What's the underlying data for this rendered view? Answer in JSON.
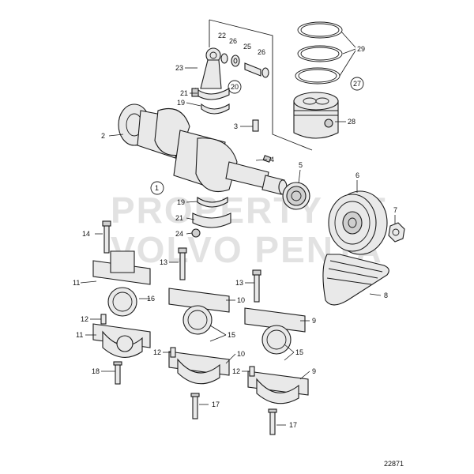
{
  "watermark": {
    "line1": "PROPERTY OF",
    "line2": "VOLVO PENTA"
  },
  "drawing_ref": "22871",
  "callouts": {
    "c1": "1",
    "c2": "2",
    "c3": "3",
    "c4": "4",
    "c5": "5",
    "c6": "6",
    "c7": "7",
    "c8": "8",
    "c9a": "9",
    "c9b": "9",
    "c10a": "10",
    "c10b": "10",
    "c11a": "11",
    "c11b": "11",
    "c12a": "12",
    "c12b": "12",
    "c12c": "12",
    "c13a": "13",
    "c13b": "13",
    "c14": "14",
    "c15a": "15",
    "c15b": "15",
    "c16": "16",
    "c17a": "17",
    "c17b": "17",
    "c18": "18",
    "c19a": "19",
    "c19b": "19",
    "c20": "20",
    "c21a": "21",
    "c21b": "21",
    "c22": "22",
    "c23": "23",
    "c24": "24",
    "c25": "25",
    "c26a": "26",
    "c26b": "26",
    "c27": "27",
    "c28": "28",
    "c29": "29"
  }
}
